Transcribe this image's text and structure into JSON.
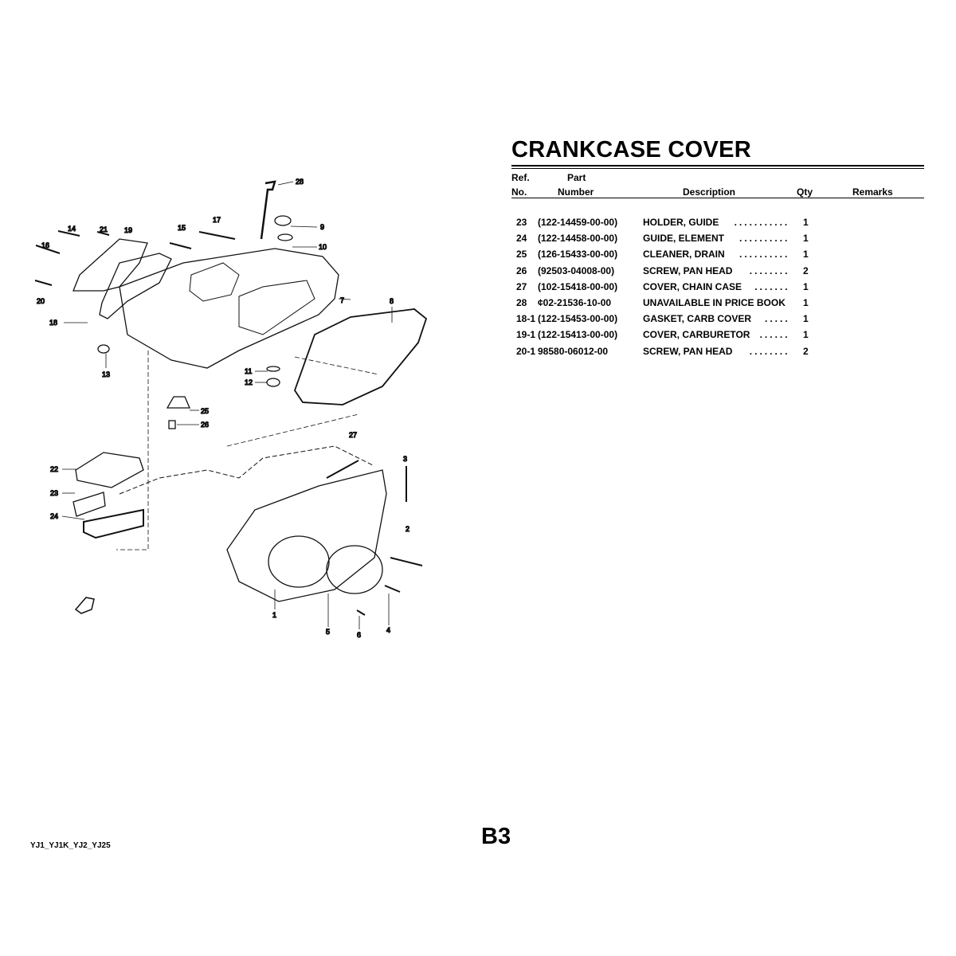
{
  "title": "CRANKCASE COVER",
  "table": {
    "headers": {
      "ref_line1": "Ref.",
      "ref_line2": "No.",
      "part_line1": "Part",
      "part_line2": "Number",
      "description": "Description",
      "qty": "Qty",
      "remarks": "Remarks"
    },
    "rows": [
      {
        "ref": "23",
        "part": "(122-14459-00-00)",
        "desc": "HOLDER, GUIDE",
        "dots": "...........",
        "qty": "1"
      },
      {
        "ref": "24",
        "part": "(122-14458-00-00)",
        "desc": "GUIDE, ELEMENT",
        "dots": "..........",
        "qty": "1"
      },
      {
        "ref": "25",
        "part": "(126-15433-00-00)",
        "desc": "CLEANER, DRAIN",
        "dots": "..........",
        "qty": "1"
      },
      {
        "ref": "26",
        "part": "(92503-04008-00)",
        "desc": "SCREW, PAN HEAD",
        "dots": "........",
        "qty": "2"
      },
      {
        "ref": "27",
        "part": "(102-15418-00-00)",
        "desc": "COVER, CHAIN CASE",
        "dots": ".......",
        "qty": "1"
      },
      {
        "ref": "28",
        "part": "¢02-21536-10-00",
        "desc": "UNAVAILABLE IN PRICE BOOK",
        "dots": "",
        "qty": "1"
      },
      {
        "ref": "18-1",
        "part": "(122-15453-00-00)",
        "desc": "GASKET, CARB COVER",
        "dots": ".....",
        "qty": "1"
      },
      {
        "ref": "19-1",
        "part": "(122-15413-00-00)",
        "desc": "COVER, CARBURETOR",
        "dots": "......",
        "qty": "1"
      },
      {
        "ref": "20-1",
        "part": "98580-06012-00",
        "desc": "SCREW, PAN HEAD",
        "dots": "........",
        "qty": "2"
      }
    ]
  },
  "diagram": {
    "callouts": [
      "28",
      "9",
      "10",
      "17",
      "15",
      "21",
      "19",
      "14",
      "16",
      "20",
      "7",
      "8",
      "18",
      "13",
      "11",
      "12",
      "25",
      "26",
      "22",
      "23",
      "24",
      "27",
      "3",
      "2",
      "1",
      "5",
      "6",
      "4"
    ]
  },
  "footer": "YJ1_YJ1K_YJ2_YJ25",
  "page_number": "B3"
}
